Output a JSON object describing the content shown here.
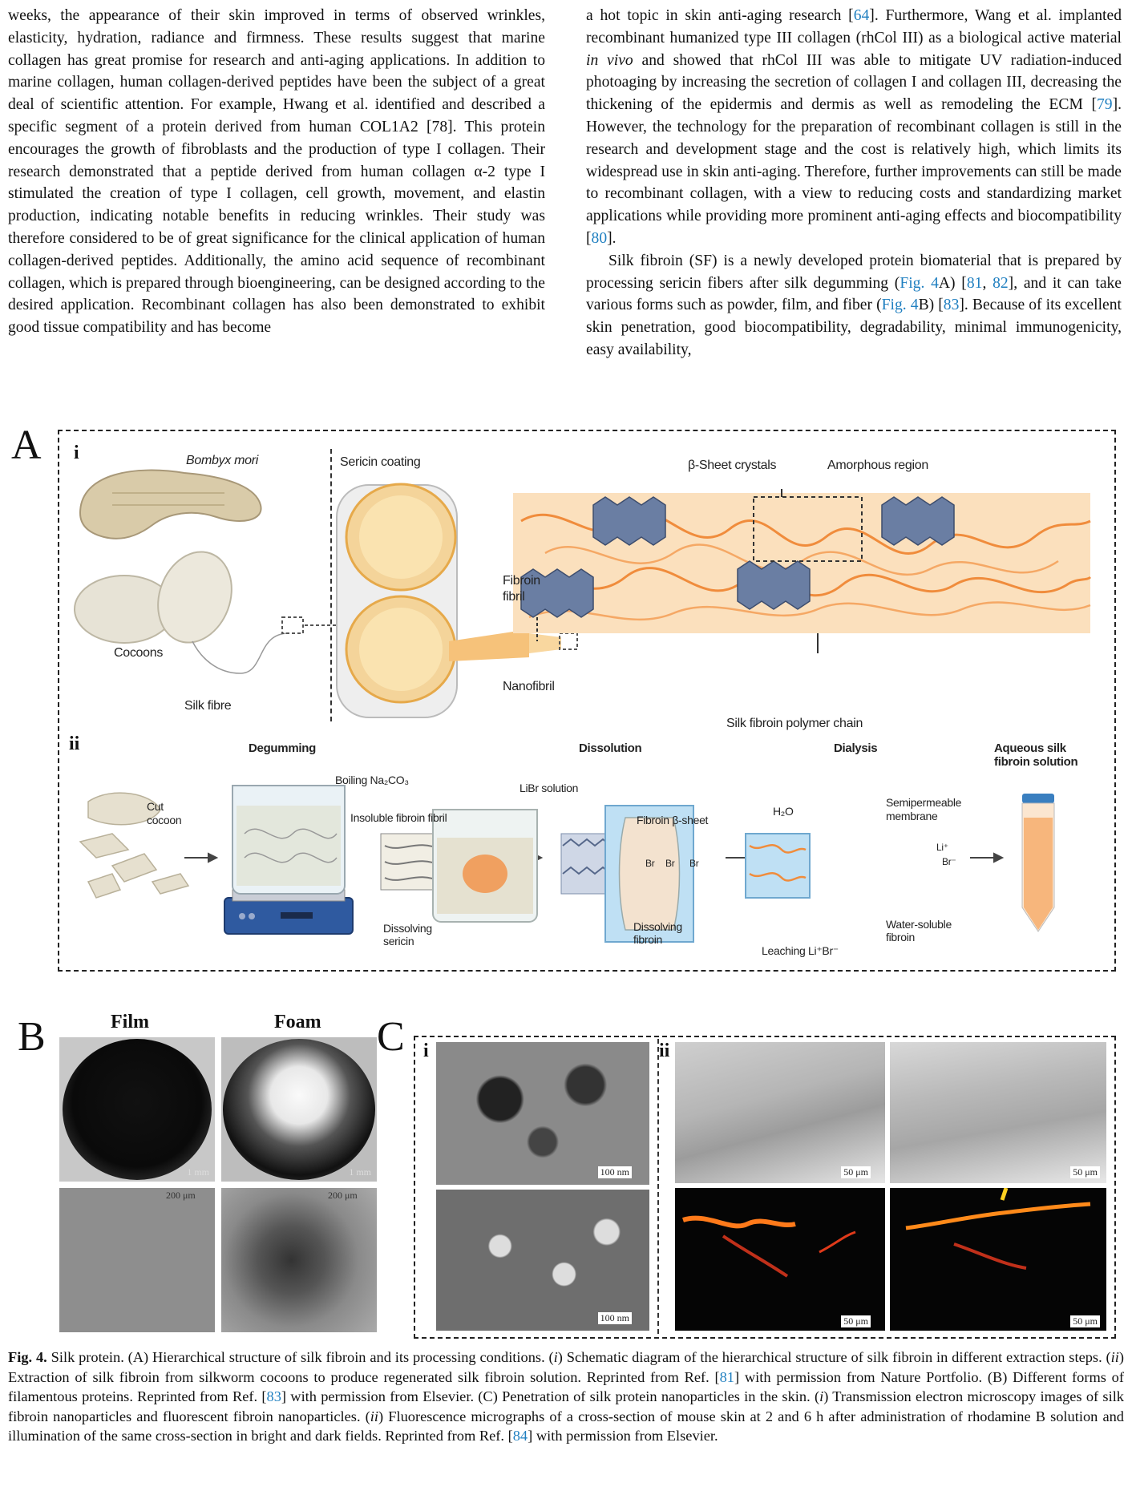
{
  "left_column": "weeks, the appearance of their skin improved in terms of observed wrinkles, elasticity, hydration, radiance and firmness. These results suggest that marine collagen has great promise for research and anti-aging applications. In addition to marine collagen, human collagen-derived peptides have been the subject of a great deal of scientific attention. For example, Hwang et al. identified and described a specific segment of a protein derived from human COL1A2 [78]. This protein encourages the growth of fibroblasts and the production of type I collagen. Their research demonstrated that a peptide derived from human collagen α-2 type I stimulated the creation of type I collagen, cell growth, movement, and elastin production, indicating notable benefits in reducing wrinkles. Their study was therefore considered to be of great significance for the clinical application of human collagen-derived peptides. Additionally, the amino acid sequence of recombinant collagen, which is prepared through bioengineering, can be designed according to the desired application. Recombinant collagen has also been demonstrated to exhibit good tissue compatibility and has become",
  "right_column": {
    "p1_a": "a hot topic in skin anti-aging research [",
    "p1_ref1": "64",
    "p1_b": "]. Furthermore, Wang et al. implanted recombinant humanized type III collagen (rhCol III) as a biological active material ",
    "p1_italic": "in vivo",
    "p1_c": " and showed that rhCol III was able to mitigate UV radiation-induced photoaging by increasing the secretion of collagen I and collagen III, decreasing the thickening of the epidermis and dermis as well as remodeling the ECM [",
    "p1_ref2": "79",
    "p1_d": "]. However, the technology for the preparation of recombinant collagen is still in the research and development stage and the cost is relatively high, which limits its widespread use in skin anti-aging. Therefore, further improvements can still be made to recombinant collagen, with a view to reducing costs and standardizing market applications while providing more prominent anti-aging effects and biocompatibility [",
    "p1_ref3": "80",
    "p1_e": "].",
    "p2_a": "Silk fibroin (SF) is a newly developed protein biomaterial that is prepared by processing sericin fibers after silk degumming (",
    "p2_fig1": "Fig. 4",
    "p2_b": "A) [",
    "p2_ref1": "81",
    "p2_c": ", ",
    "p2_ref2": "82",
    "p2_d": "], and it can take various forms such as powder, film, and fiber (",
    "p2_fig2": "Fig. 4",
    "p2_e": "B) [",
    "p2_ref3": "83",
    "p2_f": "]. Because of its excellent skin penetration, good biocompatibility, degradability, minimal immunogenicity, easy availability,"
  },
  "figure": {
    "panel_A": "A",
    "panel_B": "B",
    "panel_C": "C",
    "sub_i": "i",
    "sub_ii": "ii",
    "a_i_labels": {
      "bombyx": "Bombyx mori",
      "cocoons": "Cocoons",
      "silk_fibre": "Silk fibre",
      "sericin": "Sericin coating",
      "fibroin_fibril_1": "Fibroin",
      "fibroin_fibril_2": "fibril",
      "nanofibril": "Nanofibril",
      "beta_sheet": "β-Sheet crystals",
      "amorphous": "Amorphous region",
      "polymer_chain": "Silk fibroin polymer chain"
    },
    "a_ii_labels": {
      "degumming": "Degumming",
      "dissolution": "Dissolution",
      "dialysis": "Dialysis",
      "aqueous_1": "Aqueous silk",
      "aqueous_2": "fibroin solution",
      "cut_1": "Cut",
      "cut_2": "cocoon",
      "boiling": "Boiling Na₂CO₃",
      "insoluble": "Insoluble fibroin fibril",
      "dissolving_sericin_1": "Dissolving",
      "dissolving_sericin_2": "sericin",
      "libr": "LiBr solution",
      "fibroin_bsheet": "Fibroin β-sheet",
      "dissolving_fibroin_1": "Dissolving",
      "dissolving_fibroin_2": "fibroin",
      "h2o": "H₂O",
      "leaching": "Leaching Li⁺Br⁻",
      "semi_1": "Semipermeable",
      "semi_2": "membrane",
      "water_1": "Water-soluble",
      "water_2": "fibroin",
      "li": "Li⁺",
      "br": "Br⁻",
      "br_tag": "Br"
    },
    "b_labels": {
      "film": "Film",
      "foam": "Foam",
      "mm1": "1 mm",
      "mm2": "1 mm",
      "um1": "200 μm",
      "um2": "200 μm"
    },
    "c_labels": {
      "nm1": "100 nm",
      "nm2": "100 nm",
      "um1": "50 μm",
      "um2": "50 μm",
      "um3": "50 μm",
      "um4": "50 μm"
    }
  },
  "caption": {
    "label": "Fig. 4.",
    "t1": " Silk protein. (A) Hierarchical structure of silk fibroin and its processing conditions. (",
    "i1": "i",
    "t2": ") Schematic diagram of the hierarchical structure of silk fibroin in different extraction steps. (",
    "i2": "ii",
    "t3": ") Extraction of silk fibroin from silkworm cocoons to produce regenerated silk fibroin solution. Reprinted from Ref. [",
    "r1": "81",
    "t4": "] with permission from Nature Portfolio. (B) Different forms of filamentous proteins. Reprinted from Ref. [",
    "r2": "83",
    "t5": "] with permission from Elsevier. (C) Penetration of silk protein nanoparticles in the skin. (",
    "i3": "i",
    "t6": ") Transmission electron microscopy images of silk fibroin nanoparticles and fluorescent fibroin nanoparticles. (",
    "i4": "ii",
    "t7": ") Fluorescence micrographs of a cross-section of mouse skin at 2 and 6 h after administration of rhodamine B solution and illumination of the same cross-section in bright and dark fields. Reprinted from Ref. [",
    "r3": "84",
    "t8": "] with permission from Elsevier."
  }
}
